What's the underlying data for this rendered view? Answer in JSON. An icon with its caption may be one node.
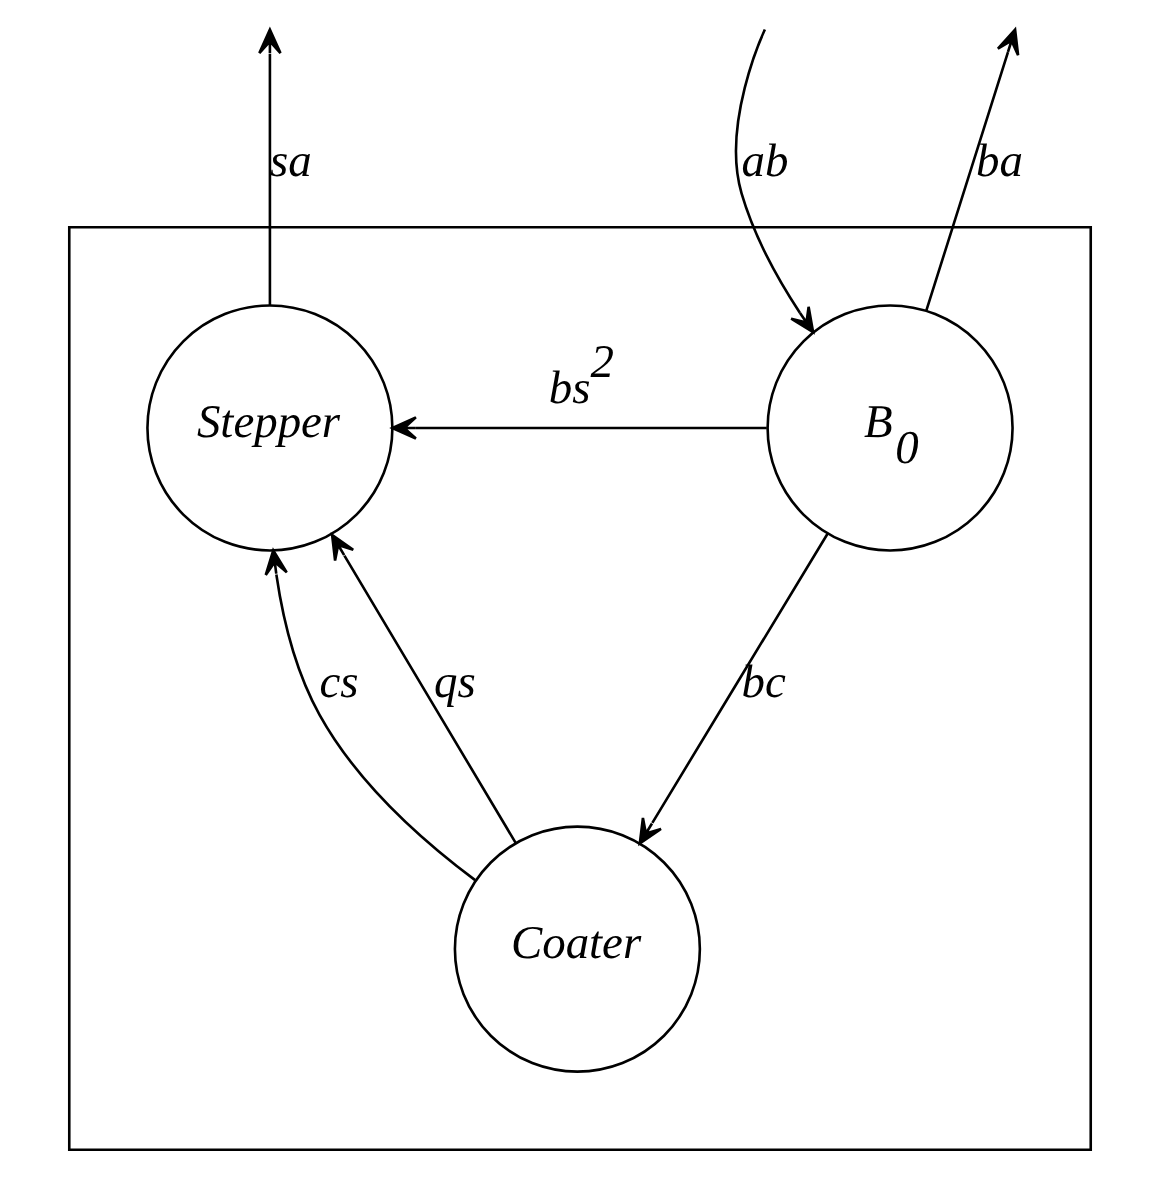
{
  "diagram": {
    "nodes": [
      {
        "text": [],
        "shape": "box"
      },
      {
        "text": [
          "Stepper"
        ],
        "in": 0
      },
      {
        "text": [
          "B$_{0}$"
        ],
        "in": 0
      },
      {
        "text": [
          "Coater"
        ],
        "in": 0
      }
    ],
    "edges": [
      {
        "from": 1,
        "to": null,
        "arrow": "to",
        "label": "sa"
      },
      {
        "from": null,
        "to": 2,
        "arrow": "to",
        "label": "ab"
      },
      {
        "from": 2,
        "to": null,
        "arrow": "to",
        "label": "ba"
      },
      {
        "from": 2,
        "to": 1,
        "arrow": "to",
        "label": "bs$^{2}$"
      },
      {
        "from": 2,
        "to": 3,
        "arrow": "to",
        "label": "bc"
      },
      {
        "from": 3,
        "to": 1,
        "arrow": "to",
        "label": "cs"
      },
      {
        "from": 3,
        "to": 1,
        "arrow": "to",
        "label": "qs"
      }
    ]
  }
}
